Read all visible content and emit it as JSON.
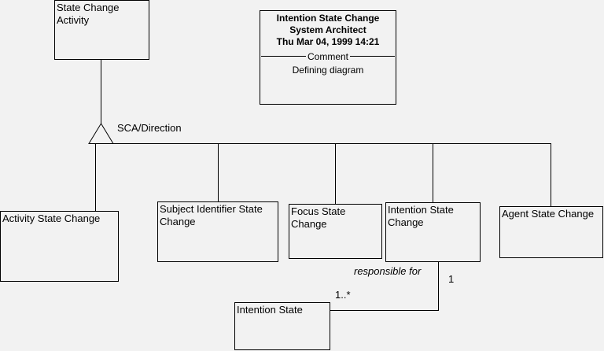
{
  "boxes": {
    "state_change_activity": "State Change\nActivity",
    "activity_state_change": "Activity State Change",
    "subject_identifier_state_change": "Subject Identifier State\nChange",
    "focus_state_change": "Focus State\nChange",
    "intention_state_change": "Intention State\nChange",
    "agent_state_change": "Agent State Change",
    "intention_state": "Intention State"
  },
  "note": {
    "title": "Intention State Change",
    "author": "System Architect",
    "date": "Thu Mar 04, 1999  14:21",
    "section": "Comment",
    "body": "Defining diagram"
  },
  "generalization_label": "SCA/Direction",
  "association": {
    "role": "responsible for",
    "multiplicity_near": "1",
    "multiplicity_far": "1..*"
  }
}
